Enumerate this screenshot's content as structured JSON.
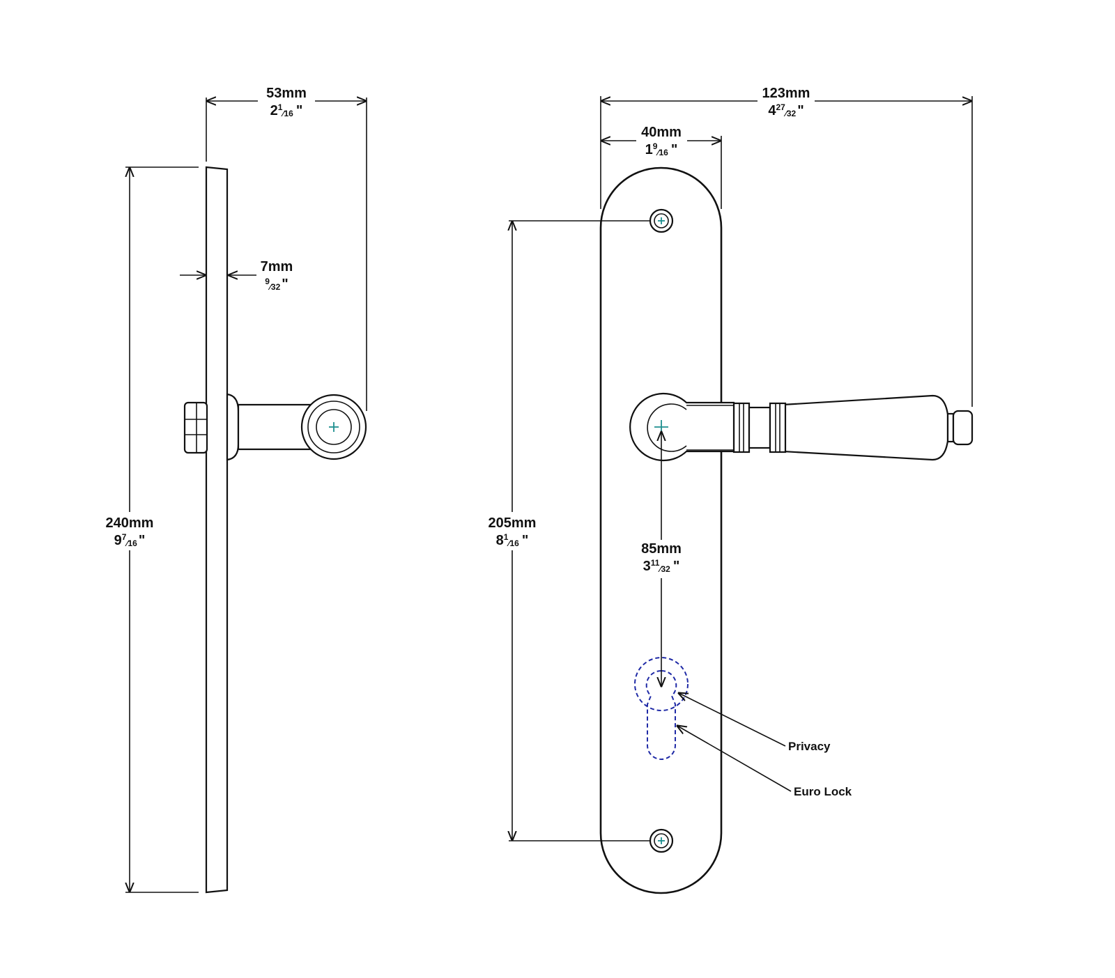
{
  "dimensions": {
    "side_width": {
      "mm": "53mm",
      "in_whole": "2",
      "in_num": "1",
      "in_den": "16",
      "in_mark": "\""
    },
    "plate_thickness": {
      "mm": "7mm",
      "in_whole": "",
      "in_num": "9",
      "in_den": "32",
      "in_mark": "\""
    },
    "plate_height": {
      "mm": "240mm",
      "in_whole": "9",
      "in_num": "7",
      "in_den": "16",
      "in_mark": "\""
    },
    "front_width": {
      "mm": "123mm",
      "in_whole": "4",
      "in_num": "27",
      "in_den": "32",
      "in_mark": "\""
    },
    "plate_width": {
      "mm": "40mm",
      "in_whole": "1",
      "in_num": "9",
      "in_den": "16",
      "in_mark": "\""
    },
    "fixing_centres": {
      "mm": "205mm",
      "in_whole": "8",
      "in_num": "1",
      "in_den": "16",
      "in_mark": "\""
    },
    "backset": {
      "mm": "85mm",
      "in_whole": "3",
      "in_num": "11",
      "in_den": "32",
      "in_mark": "\""
    }
  },
  "callouts": {
    "privacy": "Privacy",
    "euro_lock": "Euro Lock"
  },
  "colors": {
    "line": "#111111",
    "center_mark": "#1e8f8f",
    "lock_outline": "#1f2aa6"
  }
}
